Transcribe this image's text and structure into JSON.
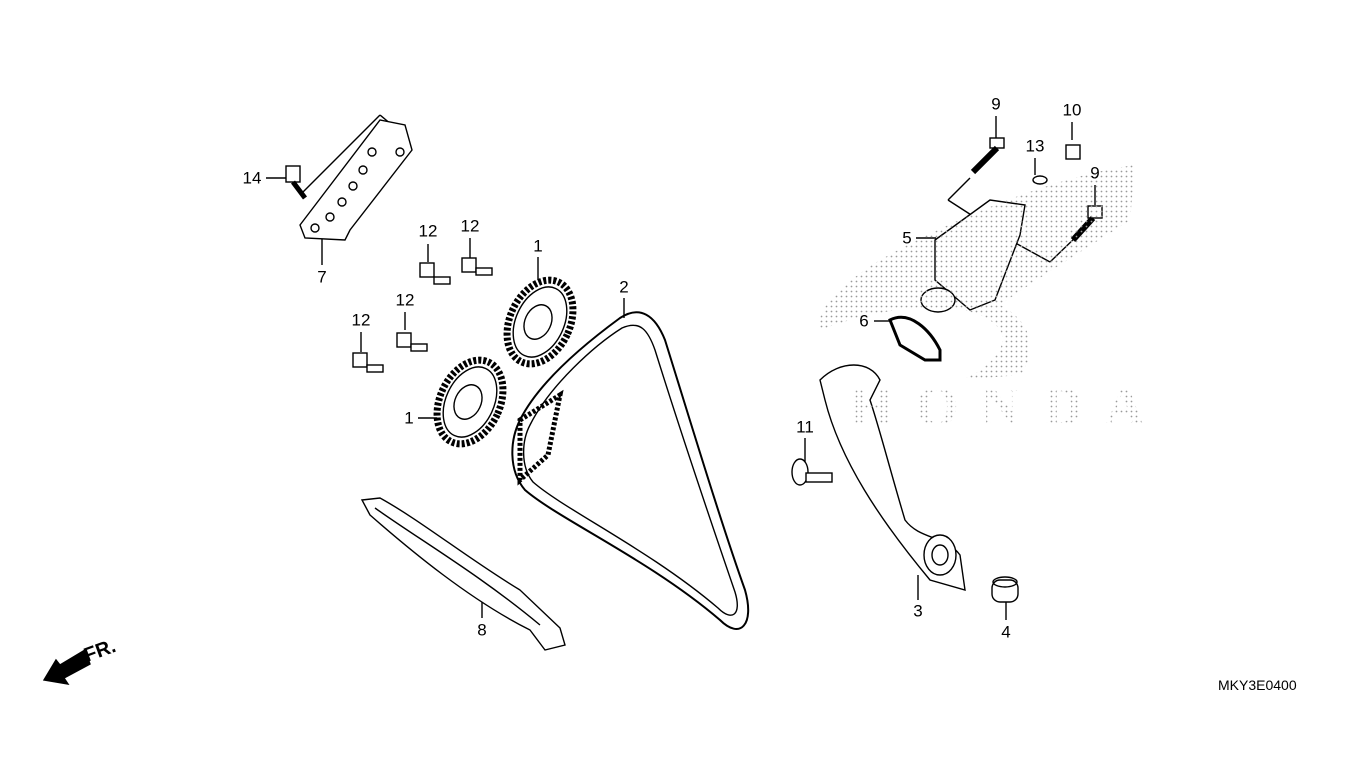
{
  "diagram": {
    "code": "MKY3E0400",
    "direction_label": "FR.",
    "watermark_brand": "HONDA",
    "callouts": {
      "sprocket_upper": "1",
      "sprocket_lower": "1",
      "cam_chain": "2",
      "tensioner_slipper": "3",
      "collar": "4",
      "tensioner_lifter": "5",
      "gasket": "6",
      "chain_guide_plate": "7",
      "chain_guide": "8",
      "bolt_9a": "9",
      "bolt_9b": "9",
      "bolt_10": "10",
      "bolt_11": "11",
      "bolt_12a": "12",
      "bolt_12b": "12",
      "bolt_12c": "12",
      "bolt_12d": "12",
      "washer_13": "13",
      "bolt_14": "14"
    }
  }
}
